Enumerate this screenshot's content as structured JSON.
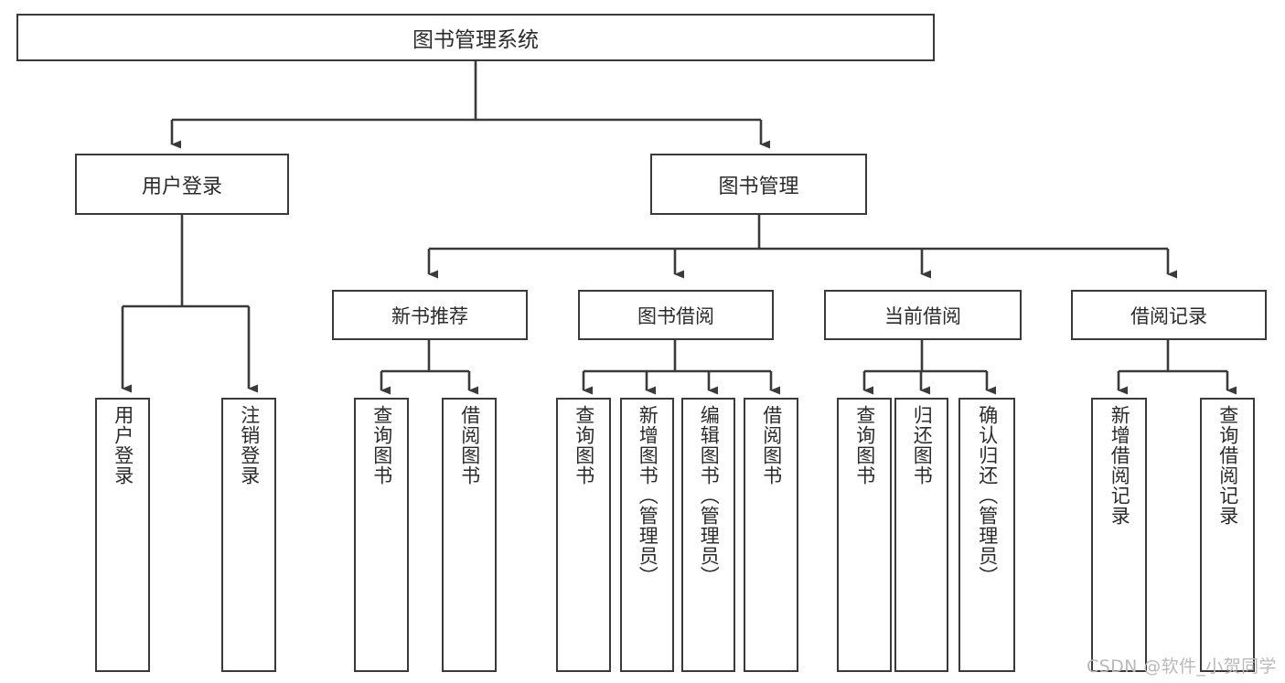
{
  "diagram": {
    "type": "hierarchy-tree",
    "title": "图书管理系统",
    "root": {
      "id": "root",
      "label": "图书管理系统"
    },
    "level2": [
      {
        "id": "user-login",
        "label": "用户登录"
      },
      {
        "id": "book-management",
        "label": "图书管理"
      }
    ],
    "level3": [
      {
        "id": "new-book-recommend",
        "label": "新书推荐"
      },
      {
        "id": "book-borrow",
        "label": "图书借阅"
      },
      {
        "id": "current-borrow",
        "label": "当前借阅"
      },
      {
        "id": "borrow-record",
        "label": "借阅记录"
      }
    ],
    "leaves": [
      {
        "id": "leaf-user-login",
        "label": "用户登录",
        "parent": "user-login"
      },
      {
        "id": "leaf-logout-login",
        "label": "注销登录",
        "parent": "user-login"
      },
      {
        "id": "leaf-query-book-1",
        "label": "查询图书",
        "parent": "new-book-recommend"
      },
      {
        "id": "leaf-borrow-book-1",
        "label": "借阅图书",
        "parent": "new-book-recommend"
      },
      {
        "id": "leaf-query-book-2",
        "label": "查询图书",
        "parent": "book-borrow"
      },
      {
        "id": "leaf-add-book",
        "label": "新增图书（管理员）",
        "parent": "book-borrow"
      },
      {
        "id": "leaf-edit-book",
        "label": "编辑图书（管理员）",
        "parent": "book-borrow"
      },
      {
        "id": "leaf-borrow-book-2",
        "label": "借阅图书",
        "parent": "book-borrow"
      },
      {
        "id": "leaf-query-book-3",
        "label": "查询图书",
        "parent": "current-borrow"
      },
      {
        "id": "leaf-return-book",
        "label": "归还图书",
        "parent": "current-borrow"
      },
      {
        "id": "leaf-confirm-return",
        "label": "确认归还（管理员）",
        "parent": "current-borrow"
      },
      {
        "id": "leaf-add-record",
        "label": "新增借阅记录",
        "parent": "borrow-record"
      },
      {
        "id": "leaf-query-record",
        "label": "查询借阅记录",
        "parent": "borrow-record"
      }
    ],
    "colors": {
      "stroke": "#3a3a3a",
      "background": "#ffffff",
      "text": "#2b2b2b",
      "watermark": "#b9b9b9"
    }
  },
  "watermark": {
    "text": "CSDN @软件_小贺同学"
  }
}
